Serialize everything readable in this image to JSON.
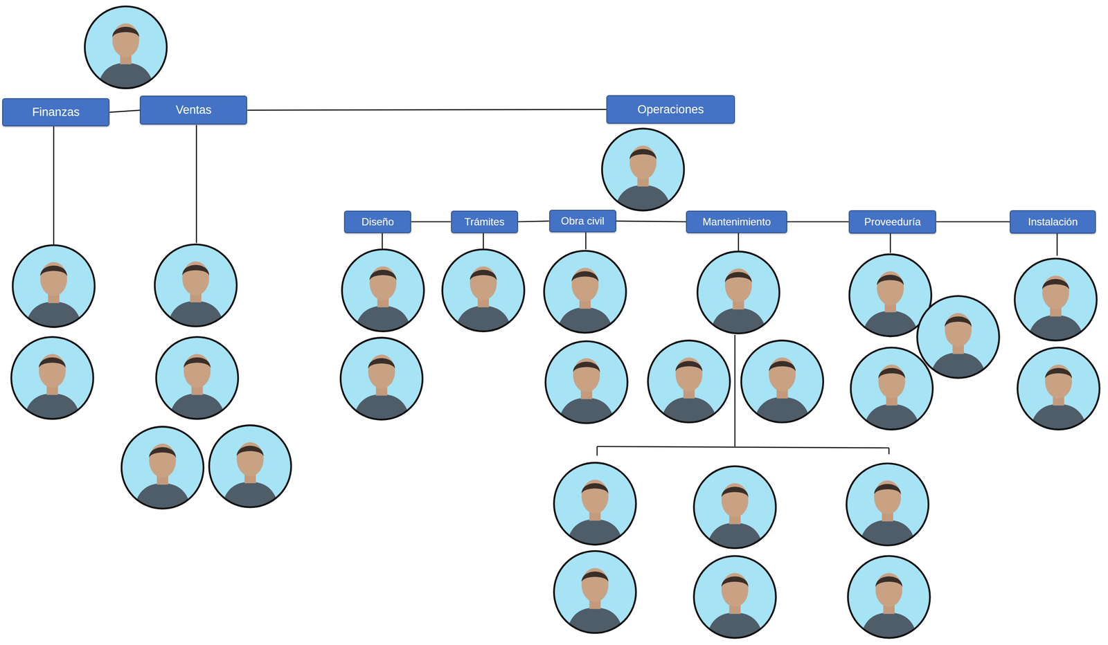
{
  "diagram": {
    "nodes": [
      {
        "text": [
          "Finanzas"
        ]
      },
      {
        "text": [
          "Ventas"
        ]
      },
      {
        "text": [
          "Operaciones"
        ]
      },
      {
        "text": [
          "Diseño"
        ]
      },
      {
        "text": [
          "Trámites"
        ]
      },
      {
        "text": [
          "Obra civil"
        ]
      },
      {
        "text": [
          "Mantenimiento"
        ]
      },
      {
        "text": [
          "Proveeduría"
        ]
      },
      {
        "text": [
          "Instalación"
        ]
      }
    ],
    "edges": [
      {
        "from": 0,
        "to": 1,
        "arrow": "none"
      },
      {
        "from": 1,
        "to": 2,
        "arrow": "none"
      },
      {
        "from": 3,
        "to": 4,
        "arrow": "none"
      },
      {
        "from": 4,
        "to": 5,
        "arrow": "none"
      },
      {
        "from": 5,
        "to": 6,
        "arrow": "none"
      },
      {
        "from": 6,
        "to": 7,
        "arrow": "none"
      },
      {
        "from": 7,
        "to": 8,
        "arrow": "none"
      }
    ]
  }
}
